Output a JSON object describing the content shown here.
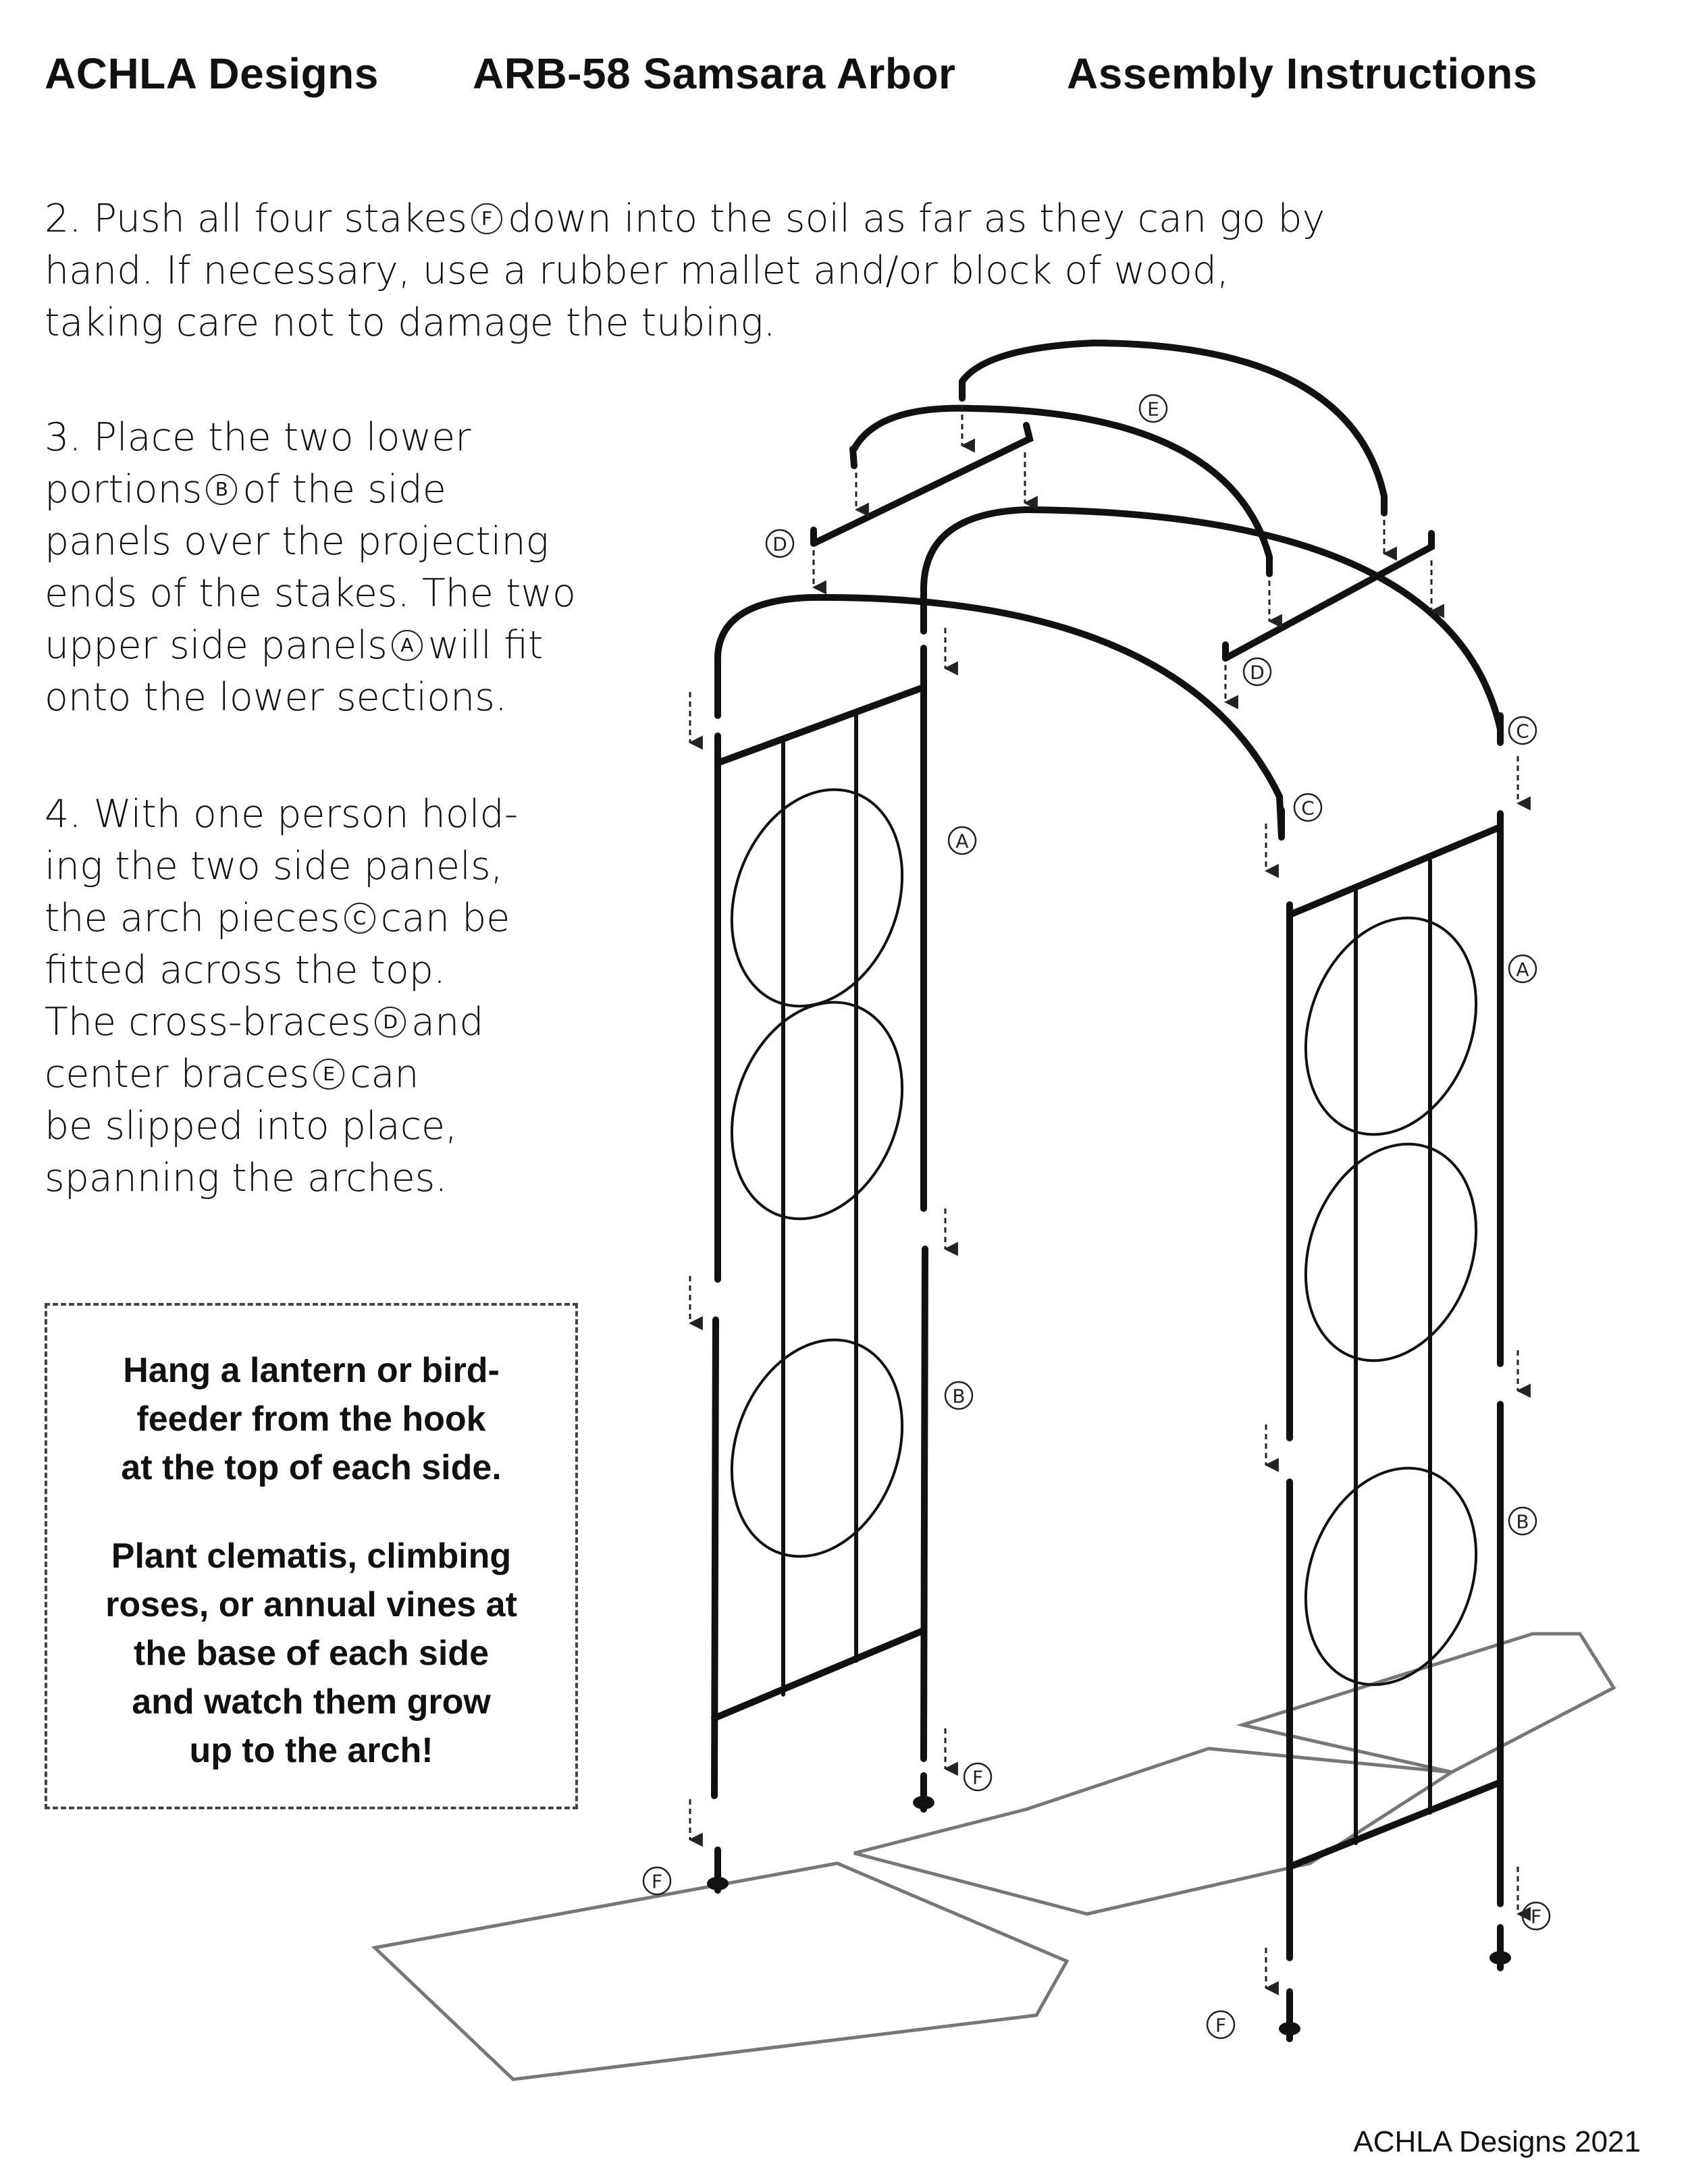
{
  "header": {
    "brand": "ACHLA Designs",
    "product": "ARB-58 Samsara Arbor",
    "title": "Assembly Instructions"
  },
  "steps": {
    "step2": {
      "line1_a": "2. Push all four stakes",
      "line1_ref": "F",
      "line1_b": "down into the soil as far as they can go by",
      "line2": "hand. If necessary, use a rubber mallet and/or block of wood,",
      "line3": "taking care not to damage the tubing."
    },
    "step3": {
      "line1": "3. Place the two lower",
      "line2_a": "portions",
      "line2_ref": "B",
      "line2_b": "of the side",
      "line3": "panels over the projecting",
      "line4": "ends of the stakes. The two",
      "line5_a": "upper side panels",
      "line5_ref": "A",
      "line5_b": "will fit",
      "line6": "onto the lower sections."
    },
    "step4": {
      "line1": "4. With one person hold-",
      "line2": "ing the two side panels,",
      "line3_a": "the arch pieces",
      "line3_ref": "C",
      "line3_b": "can be",
      "line4": "fitted across the top.",
      "line5_a": "The cross-braces",
      "line5_ref": "D",
      "line5_b": "and",
      "line6_a": "center braces",
      "line6_ref": "E",
      "line6_b": "can",
      "line7": "be slipped into place,",
      "line8": "spanning the arches."
    }
  },
  "tips": {
    "tip1": [
      "Hang a lantern or bird-",
      "feeder from the hook",
      "at the top of each side."
    ],
    "tip2": [
      "Plant clematis, climbing",
      "roses, or annual vines at",
      "the base of each side",
      "and watch them grow",
      "up to the arch!"
    ]
  },
  "diagram_labels": {
    "E": "E",
    "D_left": "D",
    "D_right": "D",
    "C_left": "C",
    "C_right": "C",
    "A_left": "A",
    "A_right": "A",
    "B_left": "B",
    "B_right": "B",
    "F_1": "F",
    "F_2": "F",
    "F_3": "F",
    "F_4": "F"
  },
  "footer": {
    "copyright": "ACHLA Designs 2021"
  }
}
